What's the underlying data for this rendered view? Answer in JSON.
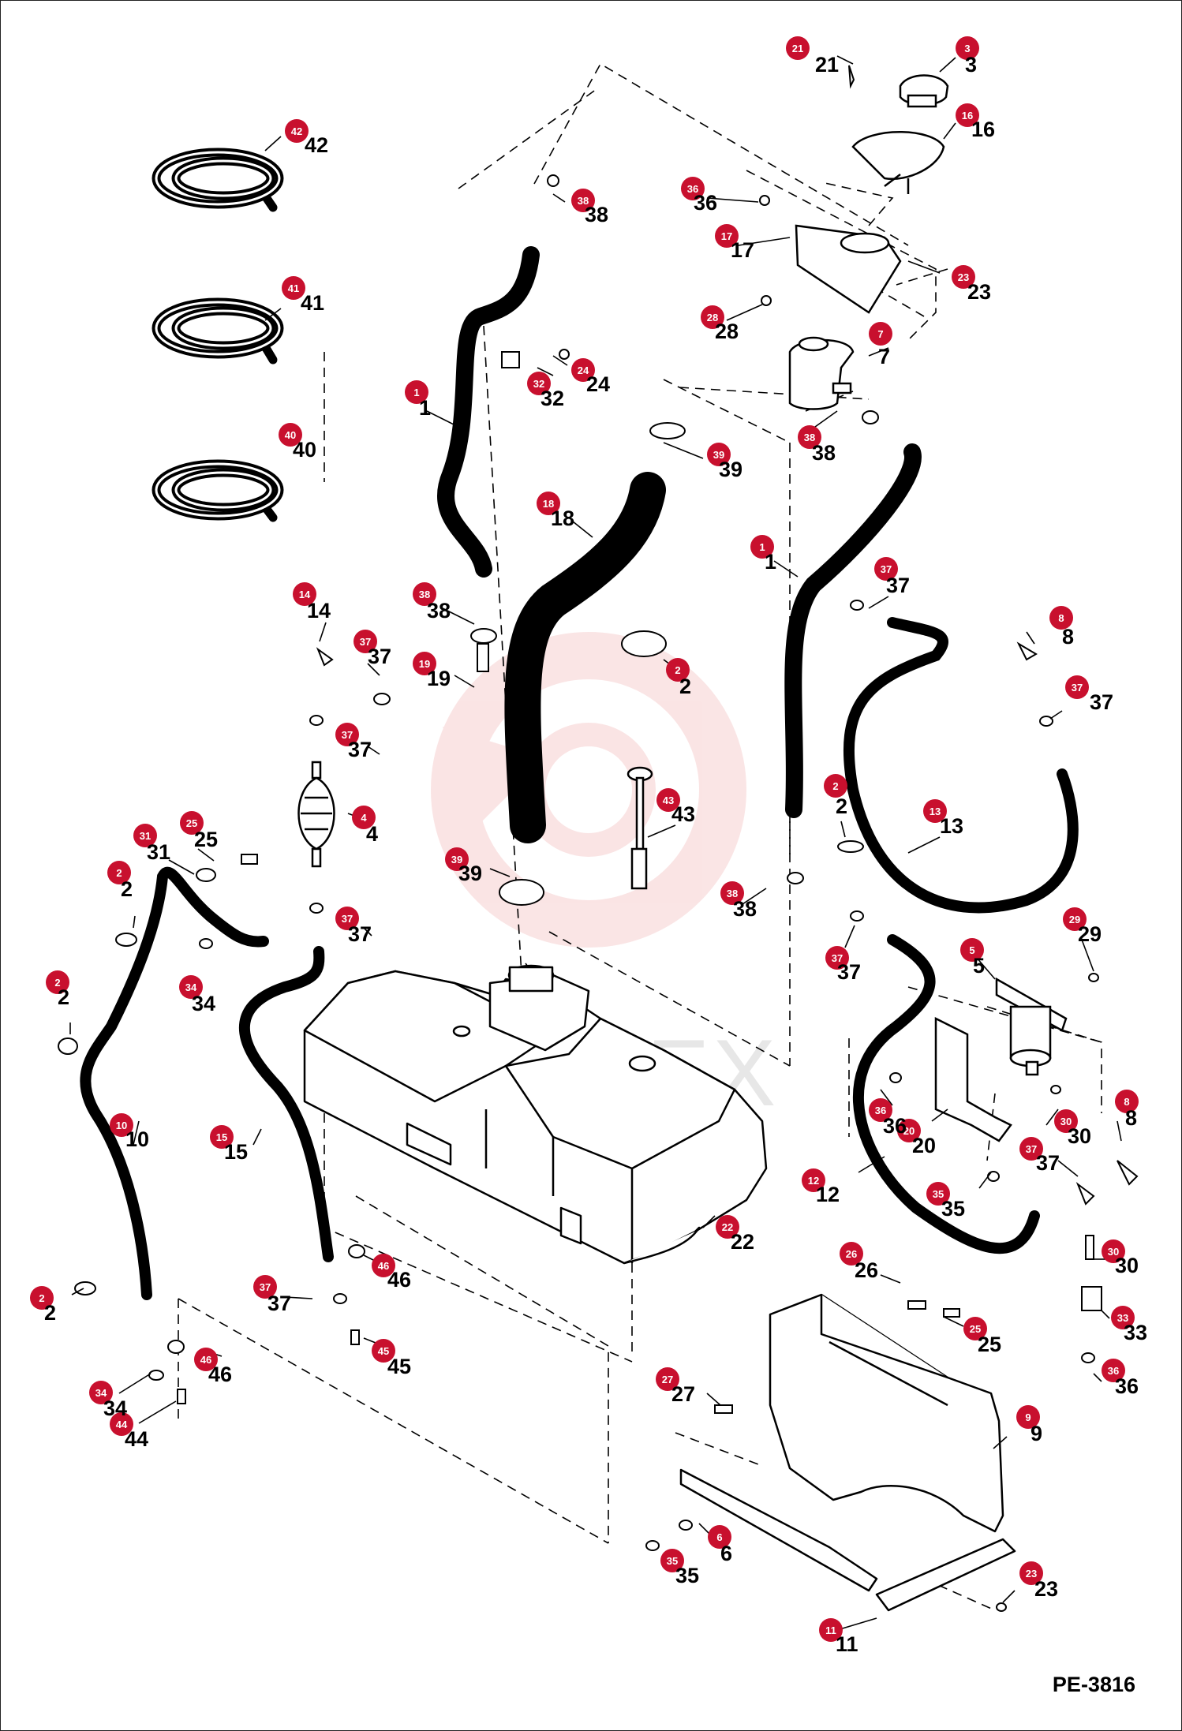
{
  "drawing_id": "PE-3816",
  "watermark_text": "ИНТЕХ",
  "colors": {
    "callout": "#c8102e",
    "line": "#000000",
    "watermark": "#f2b5b5"
  },
  "callouts": [
    {
      "id": "c-21",
      "num": "21"
    },
    {
      "id": "c-3",
      "num": "3"
    },
    {
      "id": "c-16",
      "num": "16"
    },
    {
      "id": "c-42",
      "num": "42"
    },
    {
      "id": "c-38a",
      "num": "38"
    },
    {
      "id": "c-36a",
      "num": "36"
    },
    {
      "id": "c-17",
      "num": "17"
    },
    {
      "id": "c-23a",
      "num": "23"
    },
    {
      "id": "c-41",
      "num": "41"
    },
    {
      "id": "c-28",
      "num": "28"
    },
    {
      "id": "c-24",
      "num": "24"
    },
    {
      "id": "c-32",
      "num": "32"
    },
    {
      "id": "c-7",
      "num": "7"
    },
    {
      "id": "c-1a",
      "num": "1"
    },
    {
      "id": "c-40",
      "num": "40"
    },
    {
      "id": "c-38b",
      "num": "38"
    },
    {
      "id": "c-39a",
      "num": "39"
    },
    {
      "id": "c-18",
      "num": "18"
    },
    {
      "id": "c-1b",
      "num": "1"
    },
    {
      "id": "c-37a",
      "num": "37"
    },
    {
      "id": "c-38c",
      "num": "38"
    },
    {
      "id": "c-14",
      "num": "14"
    },
    {
      "id": "c-37b",
      "num": "37"
    },
    {
      "id": "c-19",
      "num": "19"
    },
    {
      "id": "c-2a",
      "num": "2"
    },
    {
      "id": "c-8a",
      "num": "8"
    },
    {
      "id": "c-37c",
      "num": "37"
    },
    {
      "id": "c-37d",
      "num": "37"
    },
    {
      "id": "c-43",
      "num": "43"
    },
    {
      "id": "c-4",
      "num": "4"
    },
    {
      "id": "c-2b",
      "num": "2"
    },
    {
      "id": "c-13",
      "num": "13"
    },
    {
      "id": "c-31",
      "num": "31"
    },
    {
      "id": "c-25a",
      "num": "25"
    },
    {
      "id": "c-39b",
      "num": "39"
    },
    {
      "id": "c-38d",
      "num": "38"
    },
    {
      "id": "c-2c",
      "num": "2"
    },
    {
      "id": "c-37e",
      "num": "37"
    },
    {
      "id": "c-29",
      "num": "29"
    },
    {
      "id": "c-37f",
      "num": "37"
    },
    {
      "id": "c-34a",
      "num": "34"
    },
    {
      "id": "c-5",
      "num": "5"
    },
    {
      "id": "c-2d",
      "num": "2"
    },
    {
      "id": "c-10",
      "num": "10"
    },
    {
      "id": "c-15",
      "num": "15"
    },
    {
      "id": "c-36b",
      "num": "36"
    },
    {
      "id": "c-20",
      "num": "20"
    },
    {
      "id": "c-30a",
      "num": "30"
    },
    {
      "id": "c-8b",
      "num": "8"
    },
    {
      "id": "c-37g",
      "num": "37"
    },
    {
      "id": "c-12",
      "num": "12"
    },
    {
      "id": "c-35a",
      "num": "35"
    },
    {
      "id": "c-22",
      "num": "22"
    },
    {
      "id": "c-46a",
      "num": "46"
    },
    {
      "id": "c-37h",
      "num": "37"
    },
    {
      "id": "c-2e",
      "num": "2"
    },
    {
      "id": "c-45",
      "num": "45"
    },
    {
      "id": "c-26",
      "num": "26"
    },
    {
      "id": "c-30b",
      "num": "30"
    },
    {
      "id": "c-25b",
      "num": "25"
    },
    {
      "id": "c-33",
      "num": "33"
    },
    {
      "id": "c-46b",
      "num": "46"
    },
    {
      "id": "c-34b",
      "num": "34"
    },
    {
      "id": "c-44",
      "num": "44"
    },
    {
      "id": "c-36c",
      "num": "36"
    },
    {
      "id": "c-27",
      "num": "27"
    },
    {
      "id": "c-9",
      "num": "9"
    },
    {
      "id": "c-6",
      "num": "6"
    },
    {
      "id": "c-35b",
      "num": "35"
    },
    {
      "id": "c-23b",
      "num": "23"
    },
    {
      "id": "c-11",
      "num": "11"
    }
  ],
  "part_labels": [
    {
      "id": "l-21",
      "num": "21"
    },
    {
      "id": "l-3",
      "num": "3"
    },
    {
      "id": "l-16",
      "num": "16"
    },
    {
      "id": "l-42",
      "num": "42"
    },
    {
      "id": "l-38a",
      "num": "38"
    },
    {
      "id": "l-36a",
      "num": "36"
    },
    {
      "id": "l-17",
      "num": "17"
    },
    {
      "id": "l-23a",
      "num": "23"
    },
    {
      "id": "l-41",
      "num": "41"
    },
    {
      "id": "l-28",
      "num": "28"
    },
    {
      "id": "l-24",
      "num": "24"
    },
    {
      "id": "l-32",
      "num": "32"
    },
    {
      "id": "l-7",
      "num": "7"
    },
    {
      "id": "l-1a",
      "num": "1"
    },
    {
      "id": "l-40",
      "num": "40"
    },
    {
      "id": "l-38b",
      "num": "38"
    },
    {
      "id": "l-39a",
      "num": "39"
    },
    {
      "id": "l-18",
      "num": "18"
    },
    {
      "id": "l-1b",
      "num": "1"
    },
    {
      "id": "l-37a",
      "num": "37"
    },
    {
      "id": "l-38c",
      "num": "38"
    },
    {
      "id": "l-14",
      "num": "14"
    },
    {
      "id": "l-37b",
      "num": "37"
    },
    {
      "id": "l-19",
      "num": "19"
    },
    {
      "id": "l-2a",
      "num": "2"
    },
    {
      "id": "l-8a",
      "num": "8"
    },
    {
      "id": "l-37c",
      "num": "37"
    },
    {
      "id": "l-37d",
      "num": "37"
    },
    {
      "id": "l-43",
      "num": "43"
    },
    {
      "id": "l-4",
      "num": "4"
    },
    {
      "id": "l-2b",
      "num": "2"
    },
    {
      "id": "l-13",
      "num": "13"
    },
    {
      "id": "l-31",
      "num": "31"
    },
    {
      "id": "l-25a",
      "num": "25"
    },
    {
      "id": "l-39b",
      "num": "39"
    },
    {
      "id": "l-38d",
      "num": "38"
    },
    {
      "id": "l-2c",
      "num": "2"
    },
    {
      "id": "l-37e",
      "num": "37"
    },
    {
      "id": "l-29",
      "num": "29"
    },
    {
      "id": "l-37f",
      "num": "37"
    },
    {
      "id": "l-34a",
      "num": "34"
    },
    {
      "id": "l-5",
      "num": "5"
    },
    {
      "id": "l-2d",
      "num": "2"
    },
    {
      "id": "l-10",
      "num": "10"
    },
    {
      "id": "l-15",
      "num": "15"
    },
    {
      "id": "l-36b",
      "num": "36"
    },
    {
      "id": "l-20",
      "num": "20"
    },
    {
      "id": "l-30a",
      "num": "30"
    },
    {
      "id": "l-8b",
      "num": "8"
    },
    {
      "id": "l-37g",
      "num": "37"
    },
    {
      "id": "l-12",
      "num": "12"
    },
    {
      "id": "l-35a",
      "num": "35"
    },
    {
      "id": "l-22",
      "num": "22"
    },
    {
      "id": "l-46a",
      "num": "46"
    },
    {
      "id": "l-37h",
      "num": "37"
    },
    {
      "id": "l-2e",
      "num": "2"
    },
    {
      "id": "l-45",
      "num": "45"
    },
    {
      "id": "l-26",
      "num": "26"
    },
    {
      "id": "l-30b",
      "num": "30"
    },
    {
      "id": "l-25b",
      "num": "25"
    },
    {
      "id": "l-33",
      "num": "33"
    },
    {
      "id": "l-46b",
      "num": "46"
    },
    {
      "id": "l-34b",
      "num": "34"
    },
    {
      "id": "l-44",
      "num": "44"
    },
    {
      "id": "l-36c",
      "num": "36"
    },
    {
      "id": "l-27",
      "num": "27"
    },
    {
      "id": "l-9",
      "num": "9"
    },
    {
      "id": "l-6",
      "num": "6"
    },
    {
      "id": "l-35b",
      "num": "35"
    },
    {
      "id": "l-23b",
      "num": "23"
    },
    {
      "id": "l-11",
      "num": "11"
    }
  ]
}
